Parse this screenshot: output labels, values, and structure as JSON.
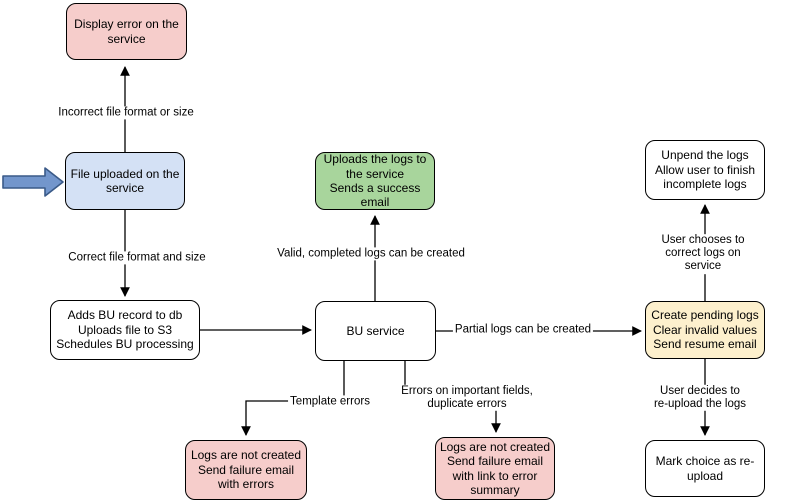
{
  "diagram": {
    "type": "flowchart",
    "nodes": {
      "display_error": {
        "text": "Display error on the\nservice",
        "fill": "#f6cdcb"
      },
      "file_uploaded": {
        "text": "File uploaded on the\nservice",
        "fill": "#d4e1f5"
      },
      "adds_bu_record": {
        "text": "Adds BU record to db\nUploads file to S3\nSchedules BU processing",
        "fill": "#ffffff"
      },
      "bu_service": {
        "text": "BU service",
        "fill": "#ffffff"
      },
      "uploads_logs": {
        "text": "Uploads the logs to\nthe service\nSends a success\nemail",
        "fill": "#a8d59c"
      },
      "unpend_logs": {
        "text": "Unpend the logs\nAllow user to finish\nincomplete logs",
        "fill": "#ffffff"
      },
      "create_pending_logs": {
        "text": "Create pending logs\nClear invalid values\nSend resume email",
        "fill": "#fdf0cd"
      },
      "mark_choice_reupload": {
        "text": "Mark choice as re-\nupload",
        "fill": "#ffffff"
      },
      "logs_not_created_template": {
        "text": "Logs are not created\nSend failure email\nwith errors",
        "fill": "#f6cdcb"
      },
      "logs_not_created_fields": {
        "text": "Logs are not created\nSend failure email\nwith link to error\nsummary",
        "fill": "#f6cdcb"
      }
    },
    "edge_labels": {
      "incorrect_format": "Incorrect file format or size",
      "correct_format": "Correct file format and size",
      "valid_logs": "Valid, completed logs can be created",
      "partial_logs": "Partial logs can be created",
      "template_errors": "Template errors",
      "field_errors": "Errors on important fields,\nduplicate errors",
      "user_corrects": "User chooses to correct logs on service",
      "user_reuploads": "User decides to re-upload the logs"
    },
    "icons": {
      "input_arrow": "fat-right-arrow"
    },
    "colors": {
      "node_border": "#000000",
      "edge": "#000000",
      "pink": "#f6cdcb",
      "blue": "#d4e1f5",
      "green": "#a8d59c",
      "yellow": "#fdf0cd",
      "white": "#ffffff",
      "input_arrow_fill": "#7396cc",
      "input_arrow_border": "#3a5a88"
    }
  }
}
